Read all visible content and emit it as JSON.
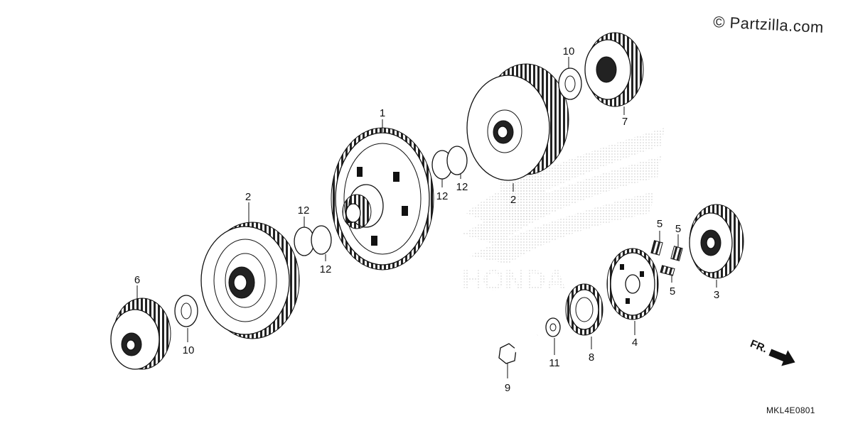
{
  "watermark": {
    "copyright_text": "© Partzilla.com",
    "brand_logo": "HONDA"
  },
  "diagram_code": "MKL4E0801",
  "direction_indicator": {
    "label": "FR."
  },
  "callouts": {
    "c1": "1",
    "c2a": "2",
    "c2b": "2",
    "c3": "3",
    "c4": "4",
    "c5a": "5",
    "c5b": "5",
    "c5c": "5",
    "c6": "6",
    "c7": "7",
    "c8": "8",
    "c9": "9",
    "c10a": "10",
    "c10b": "10",
    "c11": "11",
    "c12a": "12",
    "c12b": "12",
    "c12c": "12",
    "c12d": "12"
  }
}
